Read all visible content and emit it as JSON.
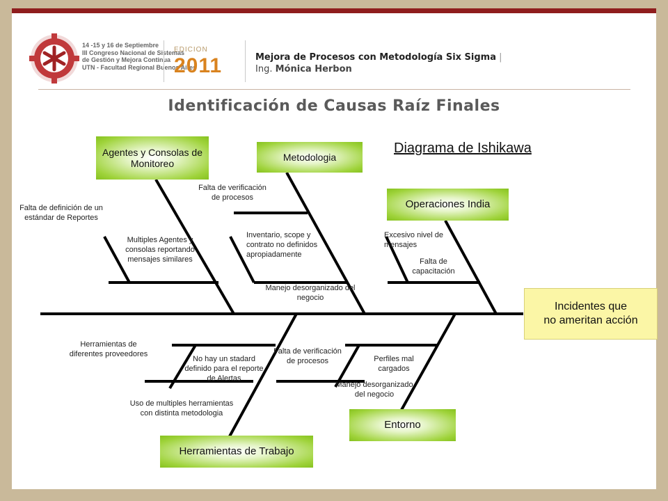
{
  "header": {
    "congress_lines": [
      "14 -15 y 16 de Septiembre",
      "III Congreso Nacional de Sistemas",
      "de Gestión y Mejora Continua",
      "UTN - Facultad Regional Buenos Aires"
    ],
    "edition_label": "EDICION",
    "edition_year": "2011",
    "presentation_title": "Mejora de Procesos con Metodología Six Sigma",
    "separator": "|",
    "author_prefix": "Ing.",
    "author_name": "Mónica Herbon"
  },
  "slide_title": "Identificación de Causas Raíz Finales",
  "diagram_title": "Diagrama de Ishikawa",
  "effect": {
    "line1": "Incidentes que",
    "line2": "no ameritan acción"
  },
  "categories": {
    "agentes": "Agentes y Consolas de Monitoreo",
    "metodologia": "Metodologia",
    "operaciones": "Operaciones India",
    "herramientas": "Herramientas de Trabajo",
    "entorno": "Entorno"
  },
  "causes": {
    "falta_definicion": "Falta de definición de un estándar de Reportes",
    "multiples_agentes": "Multiples Agentes y consolas reportando mensajes similares",
    "falta_verif_top": "Falta de verificación de procesos",
    "inventario": "Inventario, scope y contrato no definidos apropiadamente",
    "manejo_top": "Manejo desorganizado del negocio",
    "excesivo": "Excesivo nivel de mensajes",
    "falta_capacitacion": "Falta de capacitación",
    "herr_diferentes": "Herramientas de diferentes proveedores",
    "no_stadard": "No hay un stadard definido para el reporte de Alertas",
    "uso_multiples": "Uso de multiples herramientas con distinta metodologia",
    "falta_verif_bottom": "Falta de verificación de procesos",
    "perfiles": "Perfiles mal cargados",
    "manejo_bottom": "Manejo desorganizado del negocio"
  },
  "colors": {
    "top_bar": "#8f1d1d",
    "category_green": "#8cc63f",
    "effect_yellow": "#fbf6a6",
    "frame": "#c9b99a",
    "edition_orange": "#d9831f"
  },
  "logo_icon": "utn-star-gear-logo"
}
